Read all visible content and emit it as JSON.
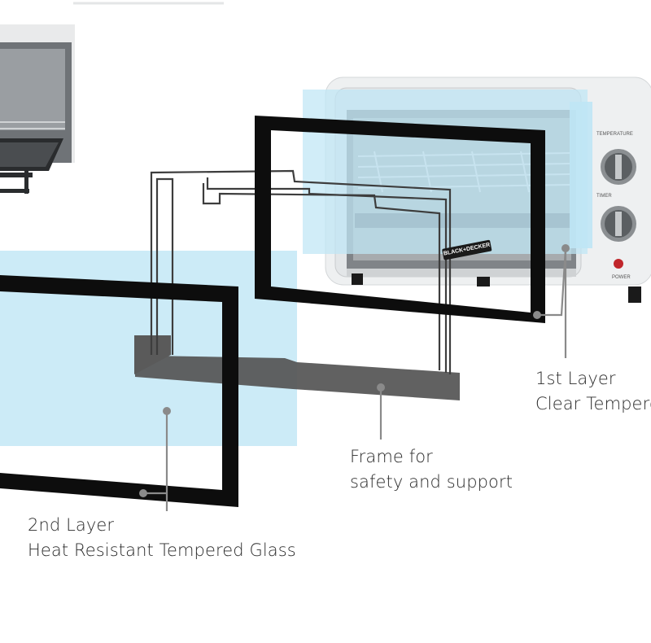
{
  "colors": {
    "glass": "#bfe6f5",
    "glass_edge": "#a9dcee",
    "frame_black": "#0d0d0d",
    "gasket": "#555555",
    "leader": "#8a8a8a",
    "oven_body": "#eef0f1",
    "text": "#2b2b2b"
  },
  "callouts": {
    "layer1_title": "1st Layer",
    "layer1_desc": "Clear Tempered",
    "frame_title": "Frame for",
    "frame_desc": "safety and support",
    "layer2_title": "2nd Layer",
    "layer2_desc": "Heat Resistant Tempered Glass"
  },
  "oven": {
    "brand": "BLACK+DECKER",
    "temperature_label": "TEMPERATURE",
    "timer_label": "TIMER",
    "power_label": "POWER"
  }
}
